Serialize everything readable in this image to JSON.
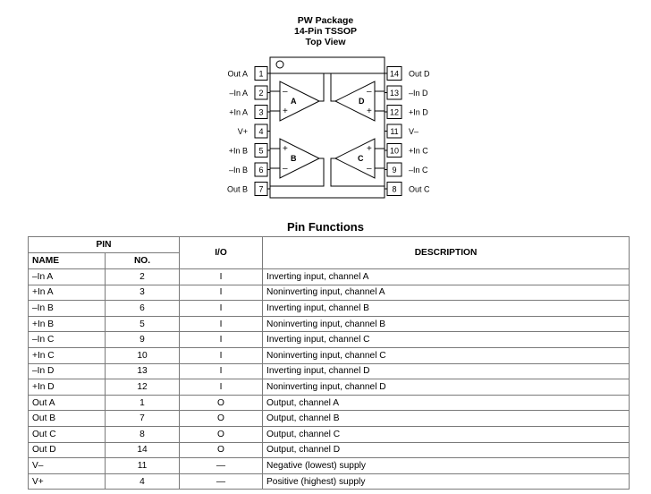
{
  "package": {
    "title_line1": "PW Package",
    "title_line2": "14-Pin TSSOP",
    "title_line3": "Top View"
  },
  "pins_left": [
    {
      "label": "Out A",
      "num": "1"
    },
    {
      "label": "–In A",
      "num": "2"
    },
    {
      "label": "+In A",
      "num": "3"
    },
    {
      "label": "V+",
      "num": "4"
    },
    {
      "label": "+In B",
      "num": "5"
    },
    {
      "label": "–In B",
      "num": "6"
    },
    {
      "label": "Out B",
      "num": "7"
    }
  ],
  "pins_right": [
    {
      "label": "Out D",
      "num": "14"
    },
    {
      "label": "–In D",
      "num": "13"
    },
    {
      "label": "+In D",
      "num": "12"
    },
    {
      "label": "V–",
      "num": "11"
    },
    {
      "label": "+In C",
      "num": "10"
    },
    {
      "label": "–In C",
      "num": "9"
    },
    {
      "label": "Out C",
      "num": "8"
    }
  ],
  "amplifiers": {
    "a": {
      "name": "A",
      "minus": "–",
      "plus": "+"
    },
    "b": {
      "name": "B",
      "plus": "+",
      "minus": "–"
    },
    "c": {
      "name": "C",
      "plus": "+",
      "minus": "–"
    },
    "d": {
      "name": "D",
      "minus": "–",
      "plus": "+"
    }
  },
  "pin_functions": {
    "title": "Pin Functions",
    "header": {
      "pin": "PIN",
      "io": "I/O",
      "description": "DESCRIPTION",
      "name": "NAME",
      "no": "NO."
    },
    "rows": [
      {
        "name": "–In A",
        "no": "2",
        "io": "I",
        "description": "Inverting input, channel A"
      },
      {
        "name": "+In A",
        "no": "3",
        "io": "I",
        "description": "Noninverting input, channel A"
      },
      {
        "name": "–In B",
        "no": "6",
        "io": "I",
        "description": "Inverting input, channel B"
      },
      {
        "name": "+In B",
        "no": "5",
        "io": "I",
        "description": "Noninverting input, channel B"
      },
      {
        "name": "–In C",
        "no": "9",
        "io": "I",
        "description": "Inverting input, channel C"
      },
      {
        "name": "+In C",
        "no": "10",
        "io": "I",
        "description": "Noninverting input, channel C"
      },
      {
        "name": "–In D",
        "no": "13",
        "io": "I",
        "description": "Inverting input, channel D"
      },
      {
        "name": "+In D",
        "no": "12",
        "io": "I",
        "description": "Noninverting input, channel D"
      },
      {
        "name": "Out A",
        "no": "1",
        "io": "O",
        "description": "Output, channel A"
      },
      {
        "name": "Out B",
        "no": "7",
        "io": "O",
        "description": "Output, channel B"
      },
      {
        "name": "Out C",
        "no": "8",
        "io": "O",
        "description": "Output, channel C"
      },
      {
        "name": "Out D",
        "no": "14",
        "io": "O",
        "description": "Output, channel D"
      },
      {
        "name": "V–",
        "no": "11",
        "io": "—",
        "description": "Negative (lowest) supply"
      },
      {
        "name": "V+",
        "no": "4",
        "io": "—",
        "description": "Positive (highest) supply"
      }
    ]
  }
}
